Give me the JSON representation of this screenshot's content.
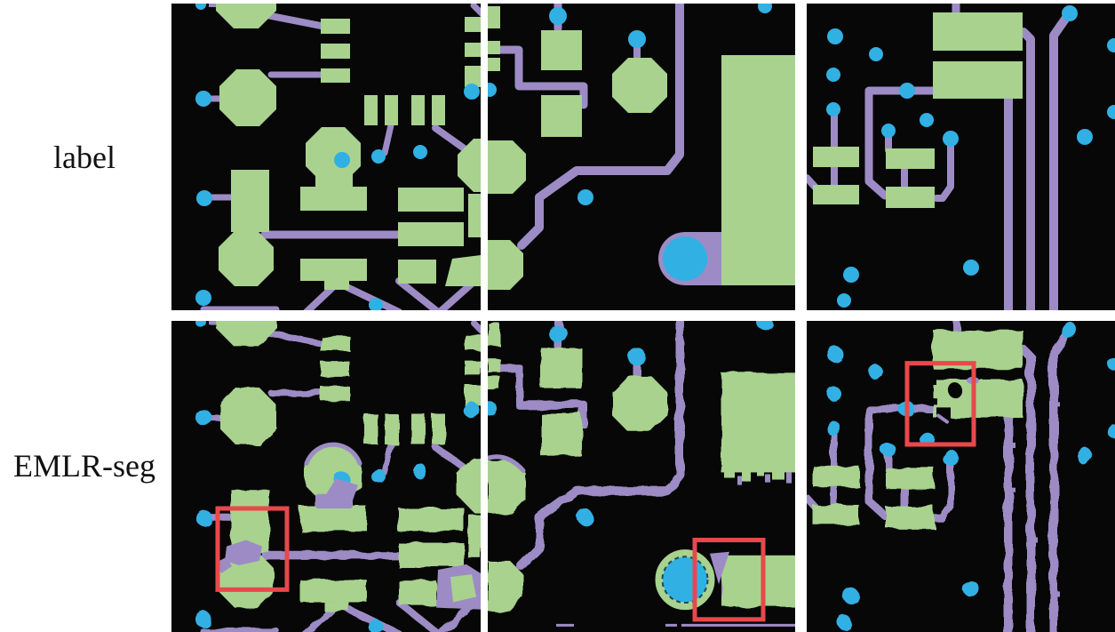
{
  "figure": {
    "rows": [
      {
        "label": "label"
      },
      {
        "label": "EMLR-seg"
      }
    ],
    "grid": {
      "rows": 2,
      "columns": 3
    }
  },
  "colors": {
    "page_background": "#ffffff",
    "panel_background": "#070707",
    "pad_green": "#a8d28e",
    "trace_purple": "#9d8bc5",
    "via_cyan": "#31b0e4",
    "highlight_red": "#e8484b",
    "label_text": "#111111"
  }
}
